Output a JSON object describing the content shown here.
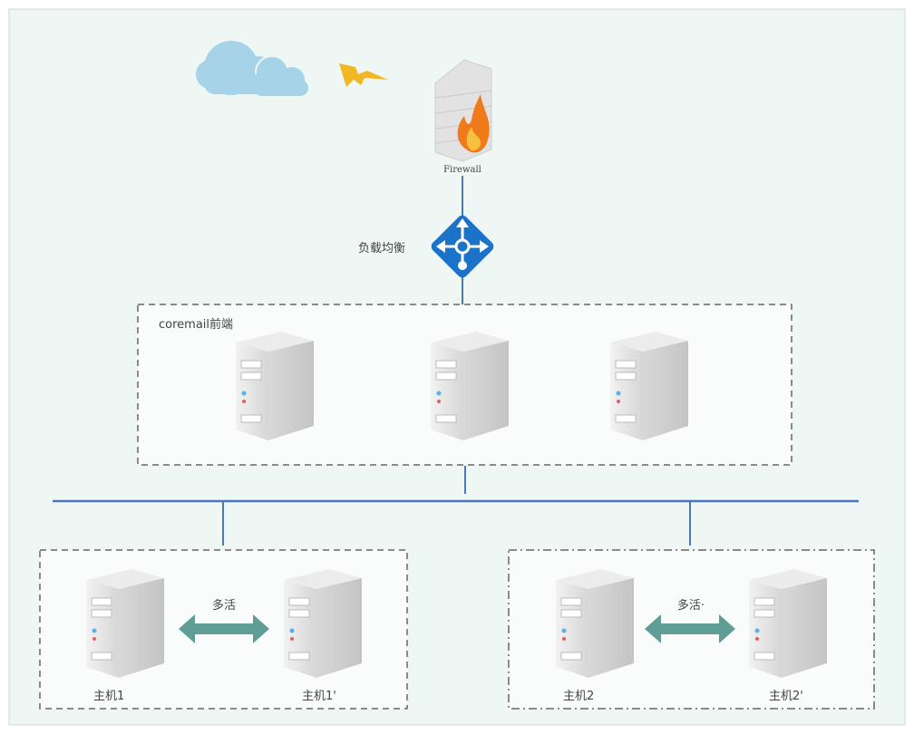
{
  "firewall": {
    "label": "Firewall"
  },
  "load_balancer": {
    "label": "负载均衡"
  },
  "frontend_group": {
    "label": "coremail前端",
    "server_count": 3
  },
  "host_groups": [
    {
      "left_label": "主机1",
      "right_label": "主机1'",
      "link_label": "多活"
    },
    {
      "left_label": "主机2",
      "right_label": "主机2'",
      "link_label": "多活·"
    }
  ],
  "colors": {
    "background": "#eef7f4",
    "line": "#4a78b8",
    "load_balancer": "#1a73c8",
    "arrow": "#5f9e96",
    "cloud": "#9fd0e6",
    "lightning": "#f2b824"
  }
}
